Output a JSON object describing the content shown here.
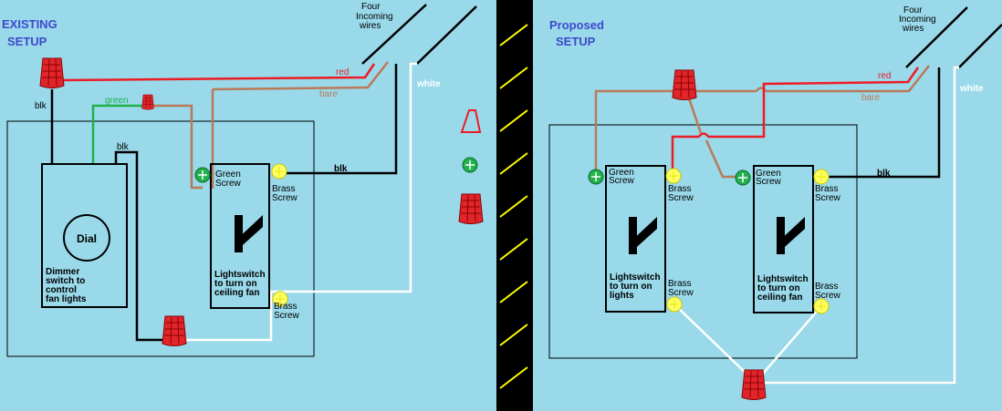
{
  "left_panel": {
    "title_line1": "EXISTING",
    "title_line2": "SETUP",
    "incoming_line1": "Four",
    "incoming_line2": "Incoming",
    "incoming_line3": "wires",
    "wire_red": "red",
    "wire_bare": "bare",
    "wire_white": "white",
    "wire_blk_top": "blk",
    "wire_green": "green",
    "wire_blk_inner": "blk",
    "wire_blk_switch": "blk",
    "dial": "Dial",
    "dimmer_line1": "Dimmer",
    "dimmer_line2": "switch to",
    "dimmer_line3": "control",
    "dimmer_line4": "fan lights",
    "green_screw_1": "Green",
    "green_screw_2": "Screw",
    "brass_top_1": "Brass",
    "brass_top_2": "Screw",
    "brass_bot_1": "Brass",
    "brass_bot_2": "Screw",
    "switch_line1": "Lightswitch",
    "switch_line2": "to turn on",
    "switch_line3": "ceiling fan"
  },
  "right_panel": {
    "title_line1": "Proposed",
    "title_line2": "SETUP",
    "incoming_line1": "Four",
    "incoming_line2": "Incoming",
    "incoming_line3": "wires",
    "wire_red": "red",
    "wire_bare": "bare",
    "wire_white": "white",
    "wire_blk": "blk",
    "sw1_green_1": "Green",
    "sw1_green_2": "Screw",
    "sw1_brass_top_1": "Brass",
    "sw1_brass_top_2": "Screw",
    "sw1_brass_bot_1": "Brass",
    "sw1_brass_bot_2": "Screw",
    "sw1_line1": "Lightswitch",
    "sw1_line2": "to turn on",
    "sw1_line3": "lights",
    "sw2_green_1": "Green",
    "sw2_green_2": "Screw",
    "sw2_brass_top_1": "Brass",
    "sw2_brass_top_2": "Screw",
    "sw2_brass_bot_1": "Brass",
    "sw2_brass_bot_2": "Screw",
    "sw2_line1": "Lightswitch",
    "sw2_line2": "to turn on",
    "sw2_line3": "ceiling fan"
  },
  "colors": {
    "background": "#99d9ea",
    "hot": "#ed1c24",
    "ground_bare": "#b97a57",
    "ground_green": "#22b14c",
    "neutral": "#ffffff",
    "brass": "#ffff66",
    "divider": "#000000",
    "divider_stripes": "#ffff00",
    "title": "#3f48cc"
  },
  "legend": {
    "icons": [
      "bell-outline-icon",
      "green-screw-icon",
      "wire-nut-icon"
    ]
  }
}
